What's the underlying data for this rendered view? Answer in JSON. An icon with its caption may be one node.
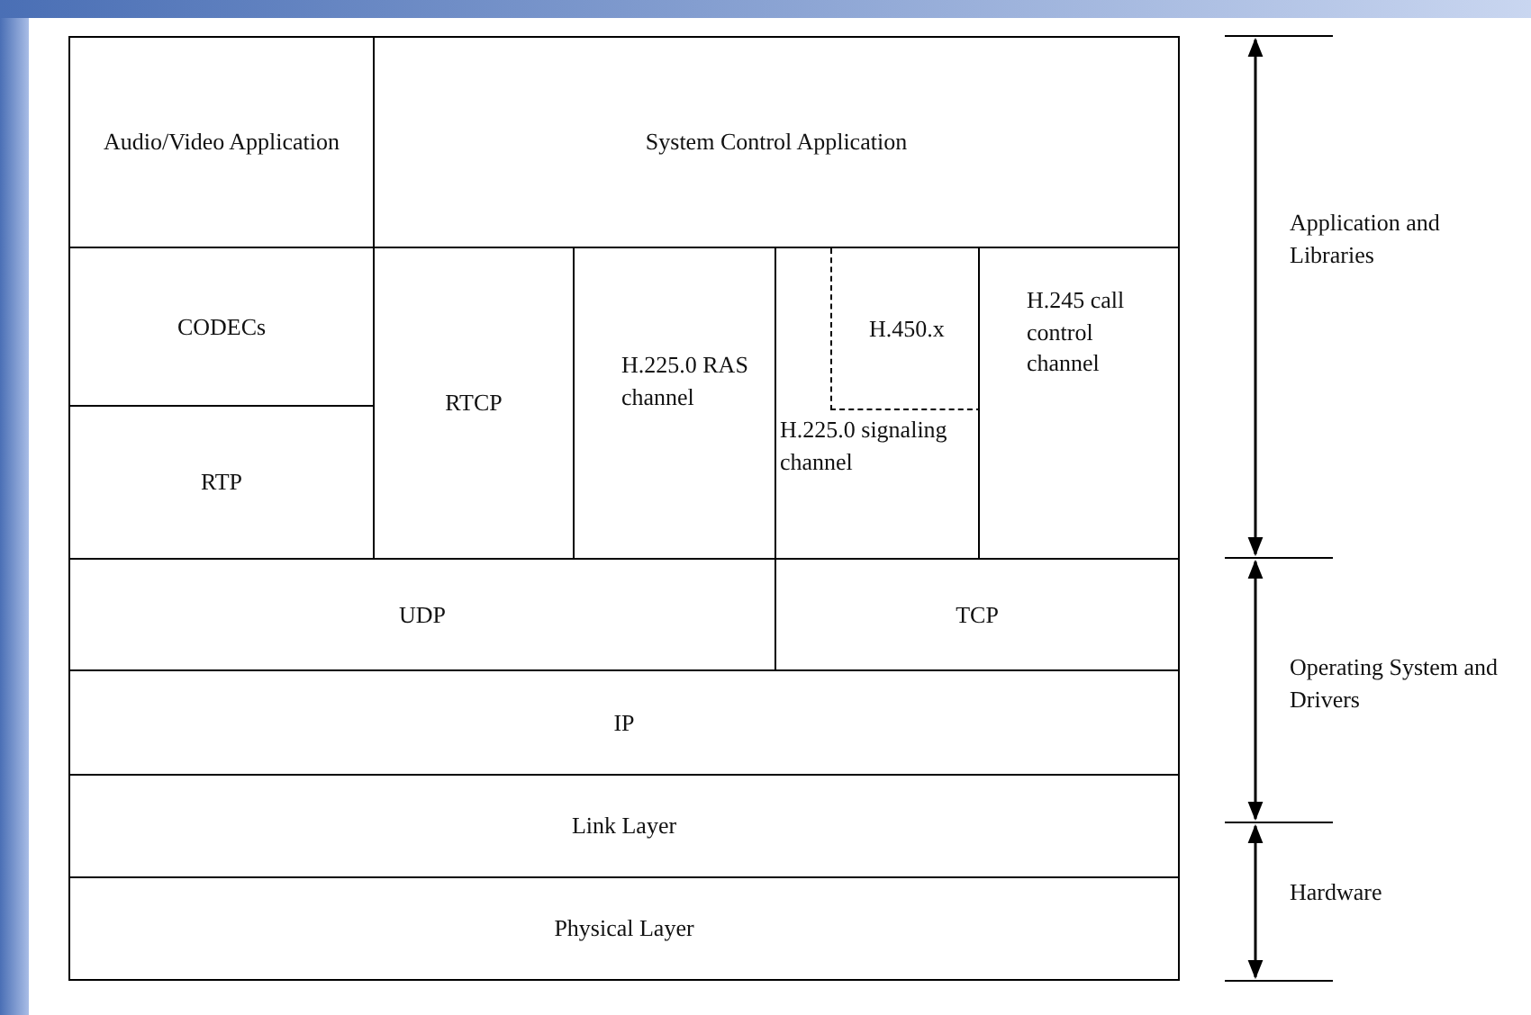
{
  "diagram": {
    "nodes": [
      {
        "text": [
          "Audio/Video Application"
        ]
      },
      {
        "text": [
          "System Control Application"
        ]
      },
      {
        "text": [
          "CODECs"
        ]
      },
      {
        "text": [
          "RTCP"
        ]
      },
      {
        "text": [
          "H.225.0 RAS channel"
        ]
      },
      {
        "text": [
          "H.225.0 signaling channel"
        ]
      },
      {
        "text": [
          "H.450.x"
        ],
        "in": 5
      },
      {
        "text": [
          "H.245 call control channel"
        ]
      },
      {
        "text": [
          "RTP"
        ]
      },
      {
        "text": [
          "UDP"
        ]
      },
      {
        "text": [
          "TCP"
        ]
      },
      {
        "text": [
          "IP"
        ]
      },
      {
        "text": [
          "Link Layer"
        ]
      },
      {
        "text": [
          "Physical Layer"
        ]
      }
    ],
    "labels": [
      "Application and Libraries",
      "Operating System and Drivers",
      "Hardware"
    ]
  }
}
